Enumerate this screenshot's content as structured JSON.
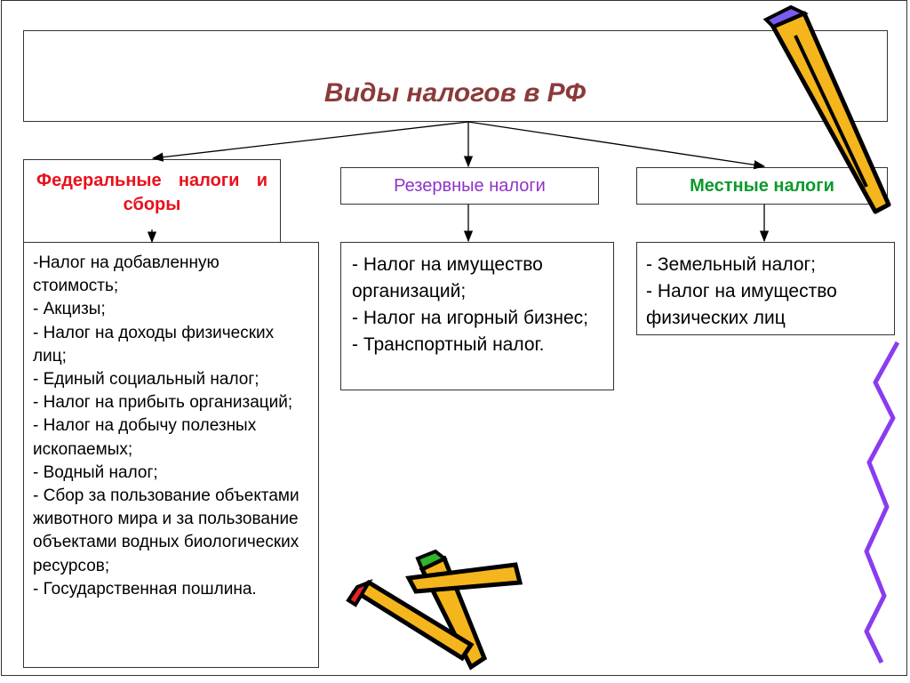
{
  "title": "Виды налогов в РФ",
  "federal": {
    "heading": "Федеральные налоги и сборы",
    "color": "#e8111b",
    "items": [
      "-Налог на добавленную стоимость;",
      "- Акцизы;",
      "- Налог на доходы физических лиц;",
      "- Единый социальный налог;",
      "- Налог на прибыть организаций;",
      "- Налог на добычу полезных ископаемых;",
      "- Водный налог;",
      "- Сбор за пользование объектами животного мира и за пользование объектами водных биологических ресурсов;",
      "- Государственная пошлина."
    ]
  },
  "reserve": {
    "heading": "Резервные налоги",
    "color": "#8e33c8",
    "items": [
      "- Налог на имущество организаций;",
      "- Налог на игорный бизнес;",
      "- Транспортный налог."
    ]
  },
  "local": {
    "heading": "Местные налоги",
    "color": "#0a9a2a",
    "items": [
      "- Земельный налог;",
      "- Налог на имущество физических лиц"
    ]
  }
}
